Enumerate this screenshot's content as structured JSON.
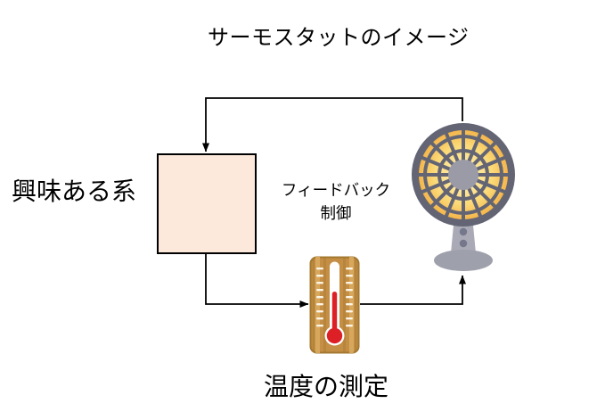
{
  "title": "サーモスタットのイメージ",
  "labels": {
    "system": "興味ある系",
    "feedback_line1": "フィードバック",
    "feedback_line2": "制御",
    "measurement": "温度の測定"
  },
  "icons": {
    "fan": "electric-fan-illustration",
    "thermometer": "thermometer-illustration"
  },
  "colors": {
    "box_fill": "#FCE9DB",
    "line": "#000000",
    "fan_cage": "#646574",
    "fan_hub": "#9A9BA7",
    "fan_stand": "#A9AAB6",
    "fan_base": "#9EA0AC",
    "fan_dot": "#75778A",
    "fan_blade_inner": "#FDF3C4",
    "fan_blade_mid": "#FBD977",
    "fan_blade_outer": "#F0A132",
    "thermo_wood": "#C48E45",
    "thermo_wood_dark": "#A37830",
    "thermo_wood_light": "#DCAC63",
    "thermo_tick": "#FAF5E6",
    "thermo_red": "#DD2026"
  }
}
